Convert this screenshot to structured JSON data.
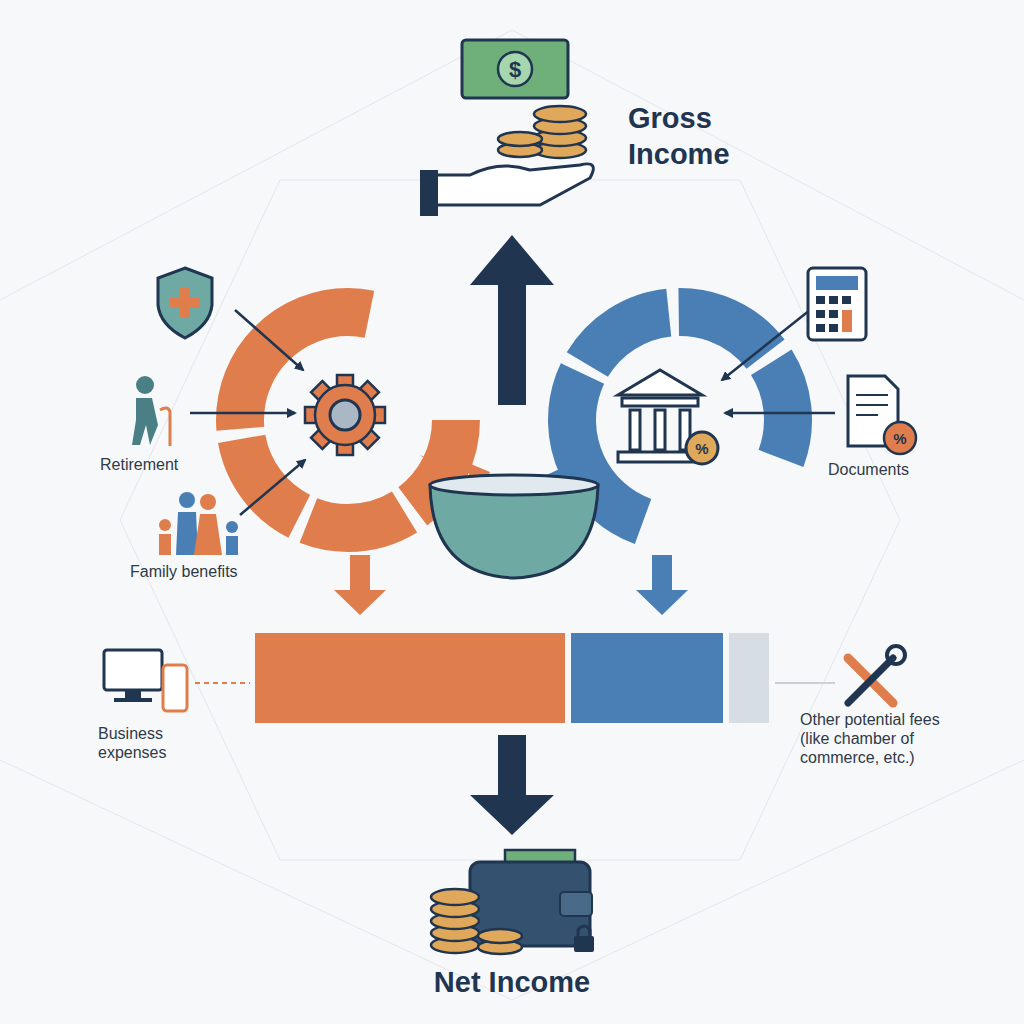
{
  "diagram": {
    "labels": [
      "Gross Income",
      "Retirement",
      "Family benefits",
      "Documents",
      "Business expenses",
      "Other potential fees (like chamber of commerce, etc.)",
      "Net Income"
    ]
  }
}
